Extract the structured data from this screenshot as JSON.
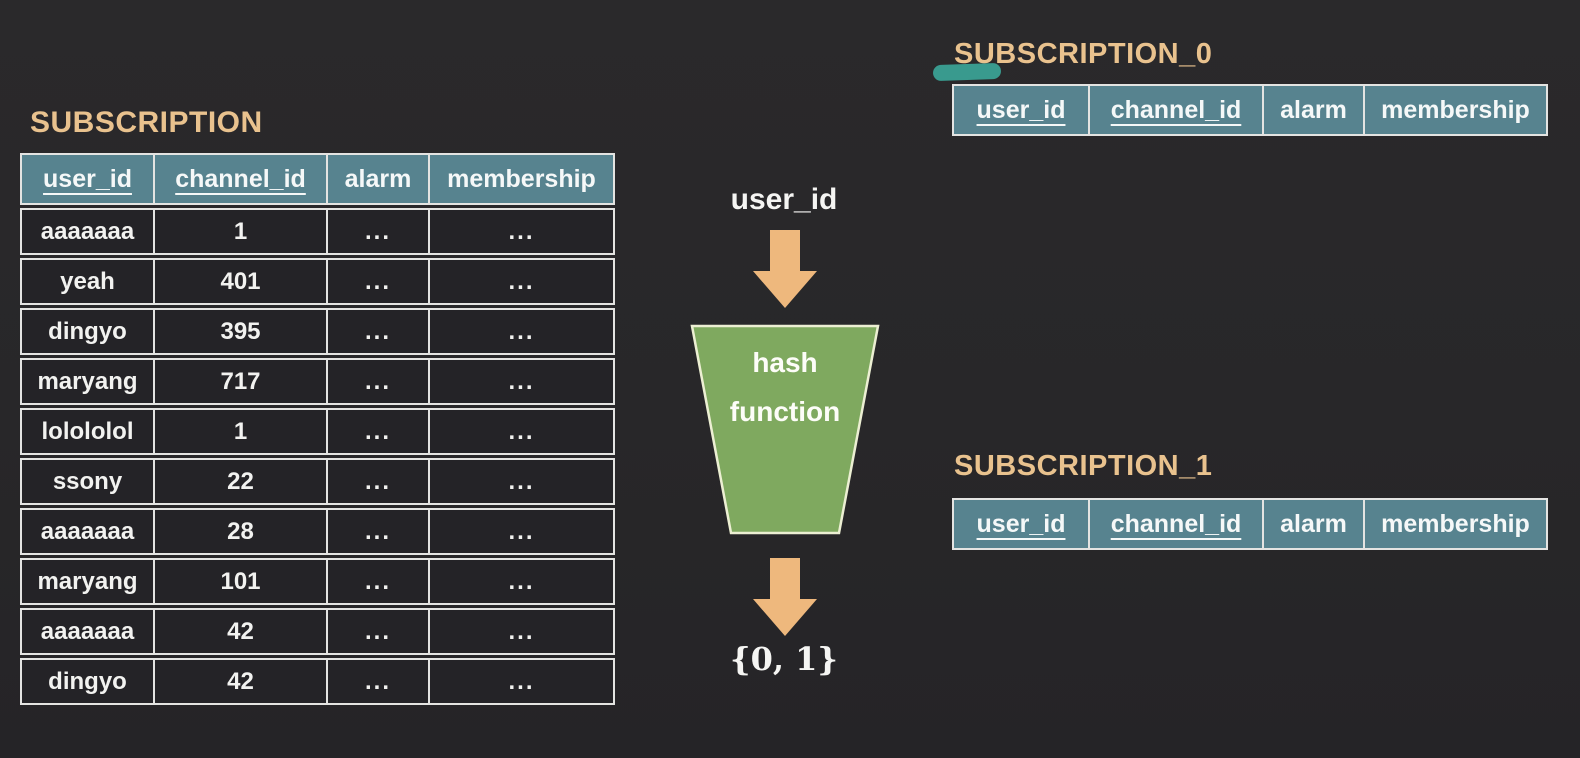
{
  "colors": {
    "background": "#29282a",
    "table_header_teal": "#57838f",
    "table_cell_dark": "#242327",
    "table_border": "#e4e4e2",
    "title_tan": "#e9c28e",
    "arrow_orange": "#eeb87d",
    "funnel_green": "#7fa95f",
    "funnel_border": "#ecefd3",
    "highlighter_teal": "#3aa093",
    "text_white": "#f2f2f0"
  },
  "main_table": {
    "title": "SUBSCRIPTION",
    "columns": [
      "user_id",
      "channel_id",
      "alarm",
      "membership"
    ],
    "primary_key_columns": [
      "user_id",
      "channel_id"
    ],
    "rows": [
      {
        "user_id": "aaaaaaa",
        "channel_id": "1",
        "alarm": "...",
        "membership": "..."
      },
      {
        "user_id": "yeah",
        "channel_id": "401",
        "alarm": "...",
        "membership": "..."
      },
      {
        "user_id": "dingyo",
        "channel_id": "395",
        "alarm": "...",
        "membership": "..."
      },
      {
        "user_id": "maryang",
        "channel_id": "717",
        "alarm": "...",
        "membership": "..."
      },
      {
        "user_id": "lolololol",
        "channel_id": "1",
        "alarm": "...",
        "membership": "..."
      },
      {
        "user_id": "ssony",
        "channel_id": "22",
        "alarm": "...",
        "membership": "..."
      },
      {
        "user_id": "aaaaaaa",
        "channel_id": "28",
        "alarm": "...",
        "membership": "..."
      },
      {
        "user_id": "maryang",
        "channel_id": "101",
        "alarm": "...",
        "membership": "..."
      },
      {
        "user_id": "aaaaaaa",
        "channel_id": "42",
        "alarm": "...",
        "membership": "..."
      },
      {
        "user_id": "dingyo",
        "channel_id": "42",
        "alarm": "...",
        "membership": "..."
      }
    ]
  },
  "hash_flow": {
    "input_label": "user_id",
    "funnel_line1": "hash",
    "funnel_line2": "function",
    "output_label": "{0, 1}"
  },
  "shard_tables": [
    {
      "title": "SUBSCRIPTION_0",
      "columns": [
        "user_id",
        "channel_id",
        "alarm",
        "membership"
      ],
      "highlighted": true
    },
    {
      "title": "SUBSCRIPTION_1",
      "columns": [
        "user_id",
        "channel_id",
        "alarm",
        "membership"
      ],
      "highlighted": false
    }
  ]
}
